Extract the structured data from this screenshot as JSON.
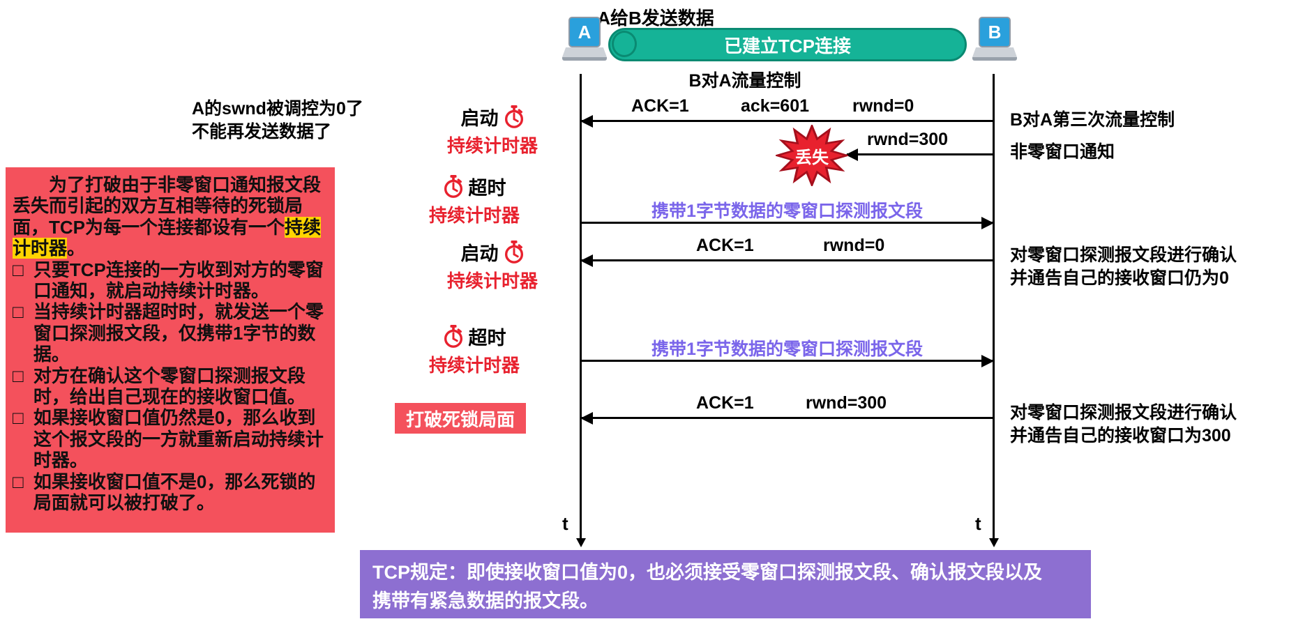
{
  "colors": {
    "teal": "#15b397",
    "teal_dark": "#0a8a72",
    "red_box": "#f4515c",
    "purple_box": "#8d6fd1",
    "probe_text": "#7a65ea",
    "timer_red": "#e8212e",
    "highlight": "#ffd400",
    "laptop_blue": "#2aa0dc"
  },
  "header": {
    "title": "A给B发送数据",
    "connection_label": "已建立TCP连接",
    "subtitle": "B对A流量控制"
  },
  "hosts": {
    "a_label": "A",
    "b_label": "B"
  },
  "swnd_note": {
    "line1": "A的swnd被调控为0了",
    "line2": "不能再发送数据了"
  },
  "info_box": {
    "intro_pre": "为了打破由于非零窗口通知报文段丢失而引起的双方互相等待的死锁局面，TCP为每一个连接都设有一个",
    "intro_highlight": "持续计时器",
    "intro_end": "。",
    "bullet_marker": "□",
    "bullets": [
      "只要TCP连接的一方收到对方的零窗口通知，就启动持续计时器。",
      "当持续计时器超时时，就发送一个零窗口探测报文段，仅携带1字节的数据。",
      "对方在确认这个零窗口探测报文段时，给出自己现在的接收窗口值。",
      "如果接收窗口值仍然是0，那么收到这个报文段的一方就重新启动持续计时器。",
      "如果接收窗口值不是0，那么死锁的局面就可以被打破了。"
    ]
  },
  "timers": [
    {
      "action": "启动",
      "name": "持续计时器"
    },
    {
      "action": "超时",
      "name": "持续计时器"
    },
    {
      "action": "启动",
      "name": "持续计时器"
    },
    {
      "action": "超时",
      "name": "持续计时器"
    }
  ],
  "messages": {
    "m1": {
      "l1": "ACK=1",
      "l2": "ack=601",
      "l3": "rwnd=0"
    },
    "m2": {
      "l1": "rwnd=300",
      "lost": "丢失"
    },
    "m3": {
      "label": "携带1字节数据的零窗口探测报文段"
    },
    "m4": {
      "l1": "ACK=1",
      "l2": "rwnd=0"
    },
    "m5": {
      "label": "携带1字节数据的零窗口探测报文段"
    },
    "m6": {
      "l1": "ACK=1",
      "l2": "rwnd=300"
    }
  },
  "right_notes": {
    "n1": "B对A第三次流量控制",
    "n2": "非零窗口通知",
    "n3_line1": "对零窗口探测报文段进行确认",
    "n3_line2": "并通告自己的接收窗口仍为0",
    "n4_line1": "对零窗口探测报文段进行确认",
    "n4_line2": "并通告自己的接收窗口为300"
  },
  "deadlock_label": "打破死锁局面",
  "axis": {
    "t_a": "t",
    "t_b": "t"
  },
  "tcp_rule": {
    "line1": "TCP规定：即使接收窗口值为0，也必须接受零窗口探测报文段、确认报文段以及",
    "line2": "携带有紧急数据的报文段。"
  }
}
